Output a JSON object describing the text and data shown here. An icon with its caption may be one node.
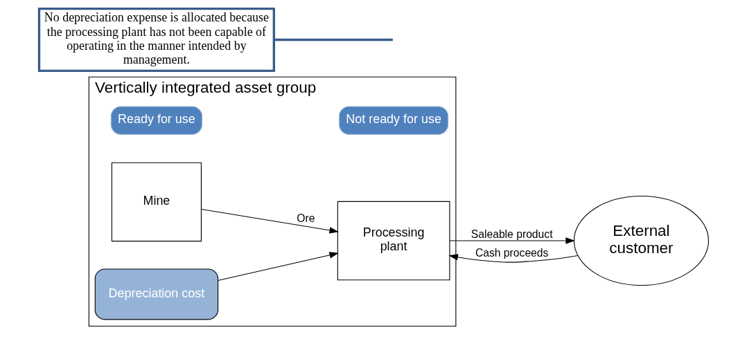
{
  "diagram": {
    "nodes": [
      {
        "text": [
          "Vertically integrated asset group"
        ]
      },
      {
        "text": [
          "Ready for use"
        ],
        "in": 0
      },
      {
        "text": [
          "Not ready for use"
        ],
        "in": 0
      },
      {
        "text": [
          "Mine"
        ],
        "in": 0
      },
      {
        "text": [
          "Processing plant"
        ],
        "in": 0
      },
      {
        "text": [
          "Depreciation cost"
        ],
        "in": 0
      },
      {
        "text": [
          "External customer"
        ]
      },
      {
        "text": [
          "No depreciation expense is allocated because the processing plant has not been capable of operating in the manner intended by management."
        ]
      }
    ],
    "edges": [
      {
        "from": 3,
        "to": 4,
        "arrow": "to",
        "label": "Ore"
      },
      {
        "from": 4,
        "to": 6,
        "arrow": "to",
        "label": "Saleable product"
      },
      {
        "from": 6,
        "to": 4,
        "arrow": "to",
        "label": "Cash proceeds"
      },
      {
        "from": 5,
        "to": 4,
        "arrow": "to"
      },
      {
        "from": 7,
        "to": null,
        "arrow": "none",
        "style": "thick",
        "color": "#385d8a"
      }
    ]
  }
}
